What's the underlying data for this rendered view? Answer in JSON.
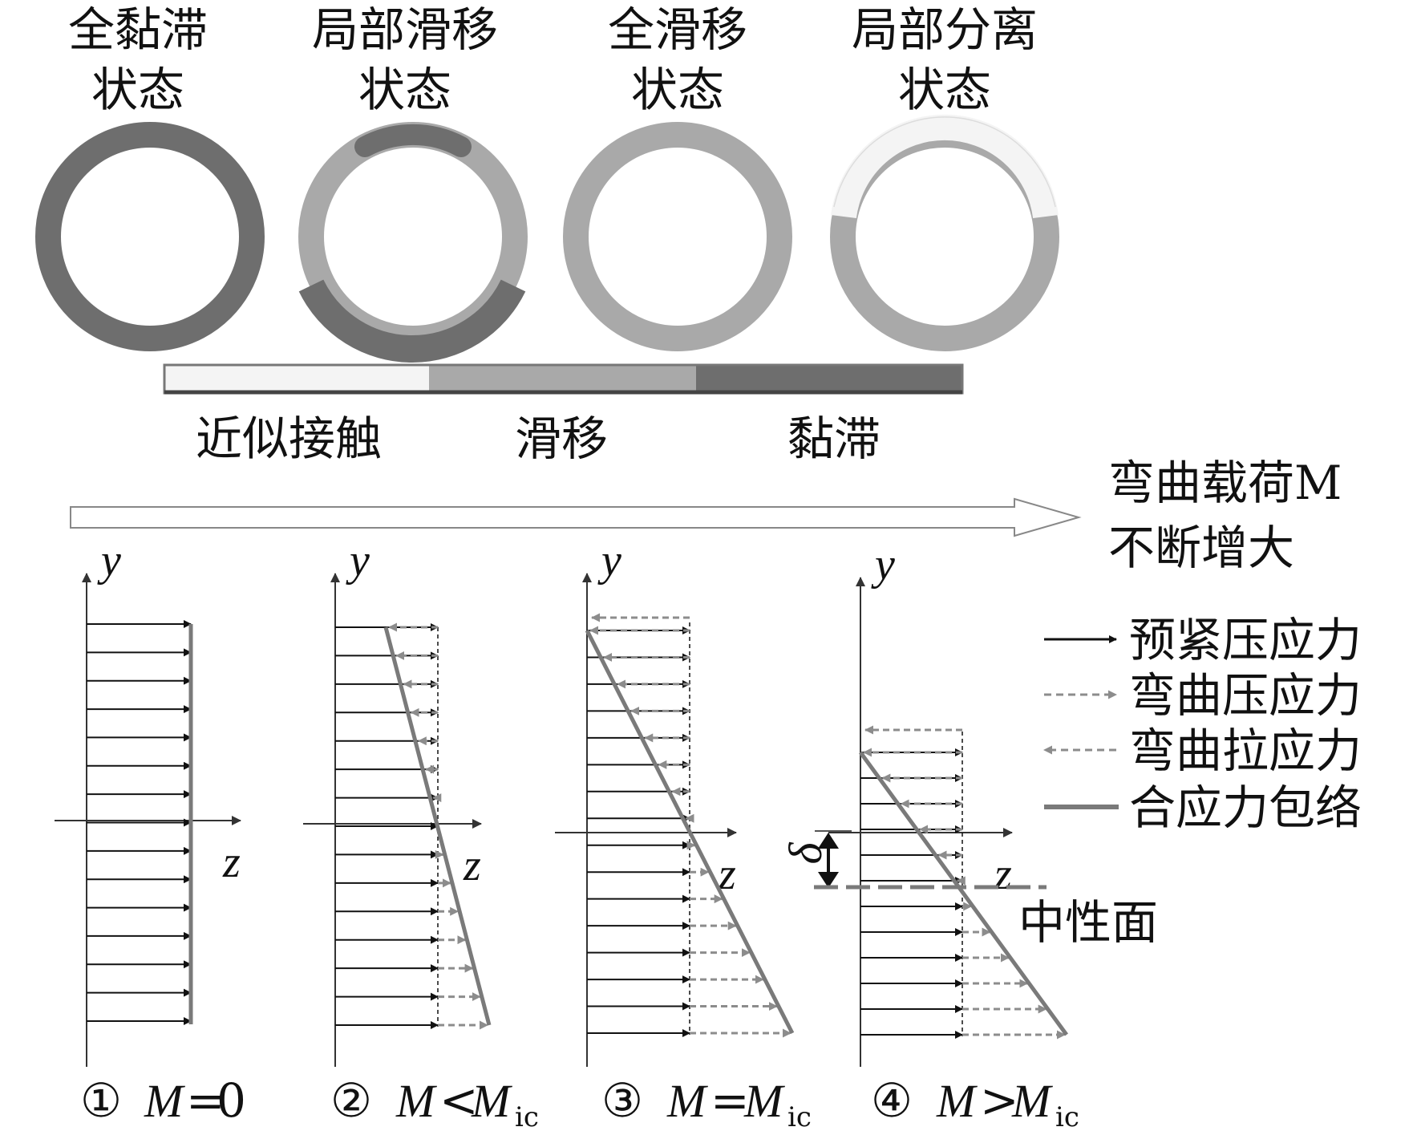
{
  "states": [
    {
      "line1": "全黏滞",
      "line2": "状态"
    },
    {
      "line1": "局部滑移",
      "line2": "状态"
    },
    {
      "line1": "全滑移",
      "line2": "状态"
    },
    {
      "line1": "局部分离",
      "line2": "状态"
    }
  ],
  "legend_bar": {
    "segments": [
      {
        "label": "近似接触",
        "color": "#f4f4f4"
      },
      {
        "label": "滑移",
        "color": "#a9a9a9"
      },
      {
        "label": "黏滞",
        "color": "#6e6e6e"
      }
    ]
  },
  "load_arrow": {
    "line1": "弯曲载荷M",
    "line2": "不断增大"
  },
  "axes": {
    "y": "y",
    "z": "z"
  },
  "cases": [
    {
      "num": "①",
      "lhs": "M",
      "op": "=",
      "rhs": "0",
      "sub": ""
    },
    {
      "num": "②",
      "lhs": "M",
      "op": "<",
      "rhs": "M",
      "sub": "ic"
    },
    {
      "num": "③",
      "lhs": "M",
      "op": "=",
      "rhs": "M",
      "sub": "ic"
    },
    {
      "num": "④",
      "lhs": "M",
      "op": ">",
      "rhs": "M",
      "sub": "ic"
    }
  ],
  "legend": [
    {
      "label": "预紧压应力",
      "style": "solid-arrow-right",
      "color": "#111111"
    },
    {
      "label": "弯曲压应力",
      "style": "dashed-arrow-right",
      "color": "#8c8c8c"
    },
    {
      "label": "弯曲拉应力",
      "style": "dashed-arrow-left",
      "color": "#8c8c8c"
    },
    {
      "label": "合应力包络",
      "style": "thick-line",
      "color": "#7a7a7a"
    }
  ],
  "annotations": {
    "delta": "δ",
    "neutral_plane": "中性面"
  },
  "colors": {
    "stick": "#6e6e6e",
    "slip": "#a9a9a9",
    "separation": "#f4f4f4",
    "black": "#111111",
    "dashed": "#8c8c8c",
    "envelope": "#7a7a7a"
  }
}
